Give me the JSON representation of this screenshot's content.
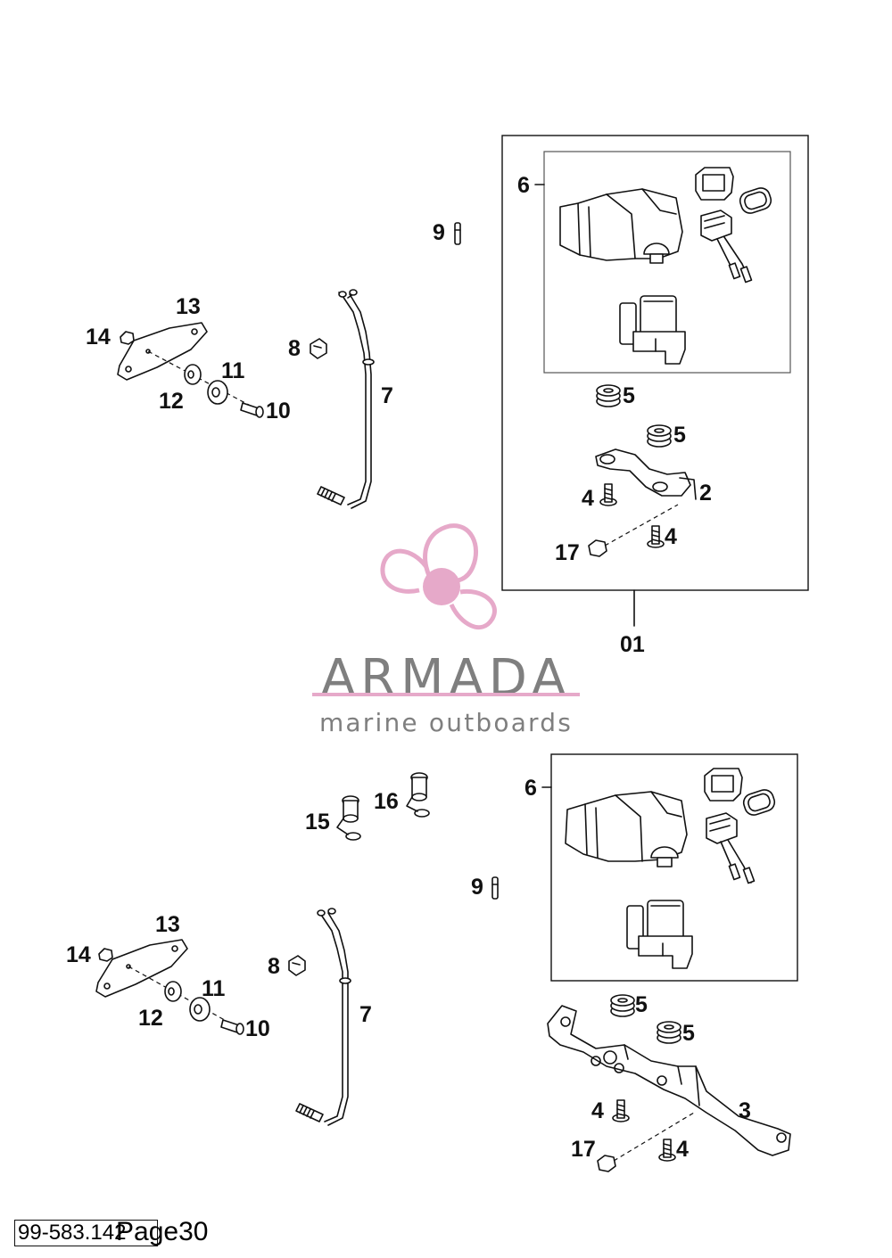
{
  "callouts": {
    "top": {
      "l6": "6",
      "l9": "9",
      "l13": "13",
      "l14": "14",
      "l11": "11",
      "l12": "12",
      "l10": "10",
      "l8": "8",
      "l7": "7",
      "l5a": "5",
      "l5b": "5",
      "l4a": "4",
      "l2": "2",
      "l17": "17",
      "l4b": "4",
      "l01": "01"
    },
    "bottom": {
      "l6": "6",
      "l16": "16",
      "l15": "15",
      "l9": "9",
      "l13": "13",
      "l14": "14",
      "l11": "11",
      "l12": "12",
      "l10": "10",
      "l8": "8",
      "l7": "7",
      "l5a": "5",
      "l5b": "5",
      "l4a": "4",
      "l3": "3",
      "l17": "17",
      "l4b": "4"
    }
  },
  "watermark": {
    "brand": "ARMADA",
    "tagline": "marine outboards",
    "accent_color": "#e6a9c9",
    "text_color": "#7f7f7f"
  },
  "footer": {
    "doc_code": "99-583.142",
    "page_label": "Page30"
  }
}
